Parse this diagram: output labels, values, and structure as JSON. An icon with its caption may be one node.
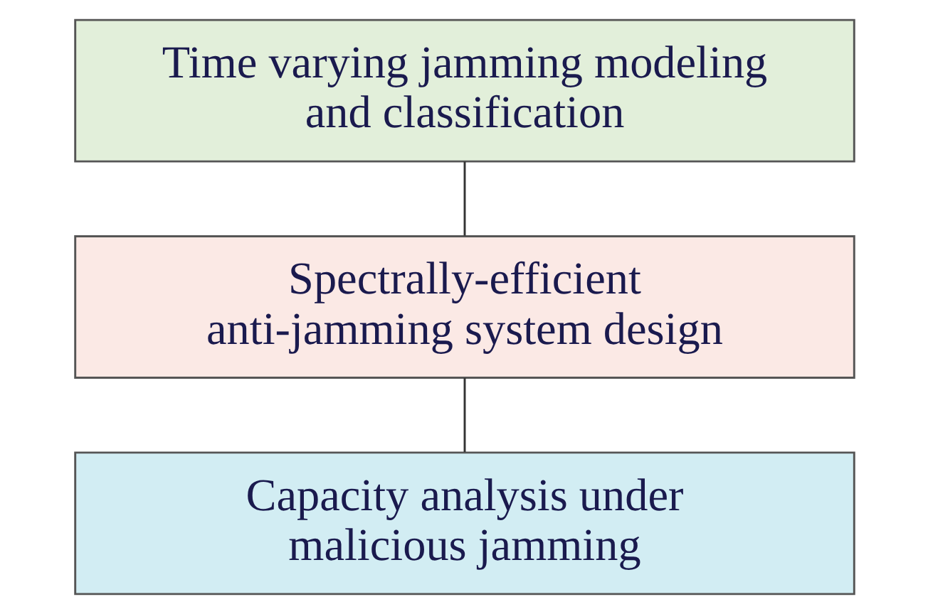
{
  "diagram": {
    "nodes": [
      {
        "text": [
          "Time varying jamming modeling and classification"
        ]
      },
      {
        "text": [
          "Spectrally-efficient anti-jamming system design"
        ]
      },
      {
        "text": [
          "Capacity analysis under malicious jamming"
        ]
      }
    ],
    "edges": [
      {
        "from": 0,
        "to": 1,
        "arrow": "none"
      },
      {
        "from": 1,
        "to": 2,
        "arrow": "none"
      }
    ]
  }
}
